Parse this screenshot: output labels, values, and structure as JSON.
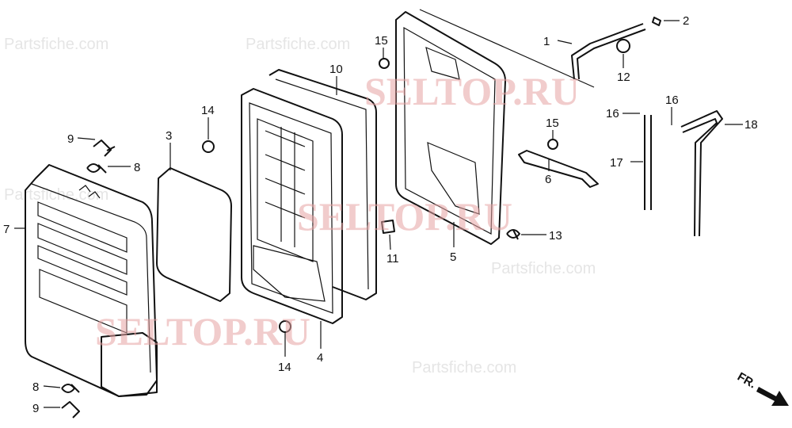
{
  "diagram": {
    "watermark": "SELTOP.RU",
    "faint_watermark": "Partsfiche.com",
    "front_indicator": "FR.",
    "callouts": [
      "1",
      "2",
      "15",
      "10",
      "12",
      "16",
      "16",
      "18",
      "14",
      "3",
      "9",
      "8",
      "15",
      "17",
      "6",
      "7",
      "13",
      "11",
      "5",
      "14",
      "4",
      "8",
      "9"
    ]
  }
}
